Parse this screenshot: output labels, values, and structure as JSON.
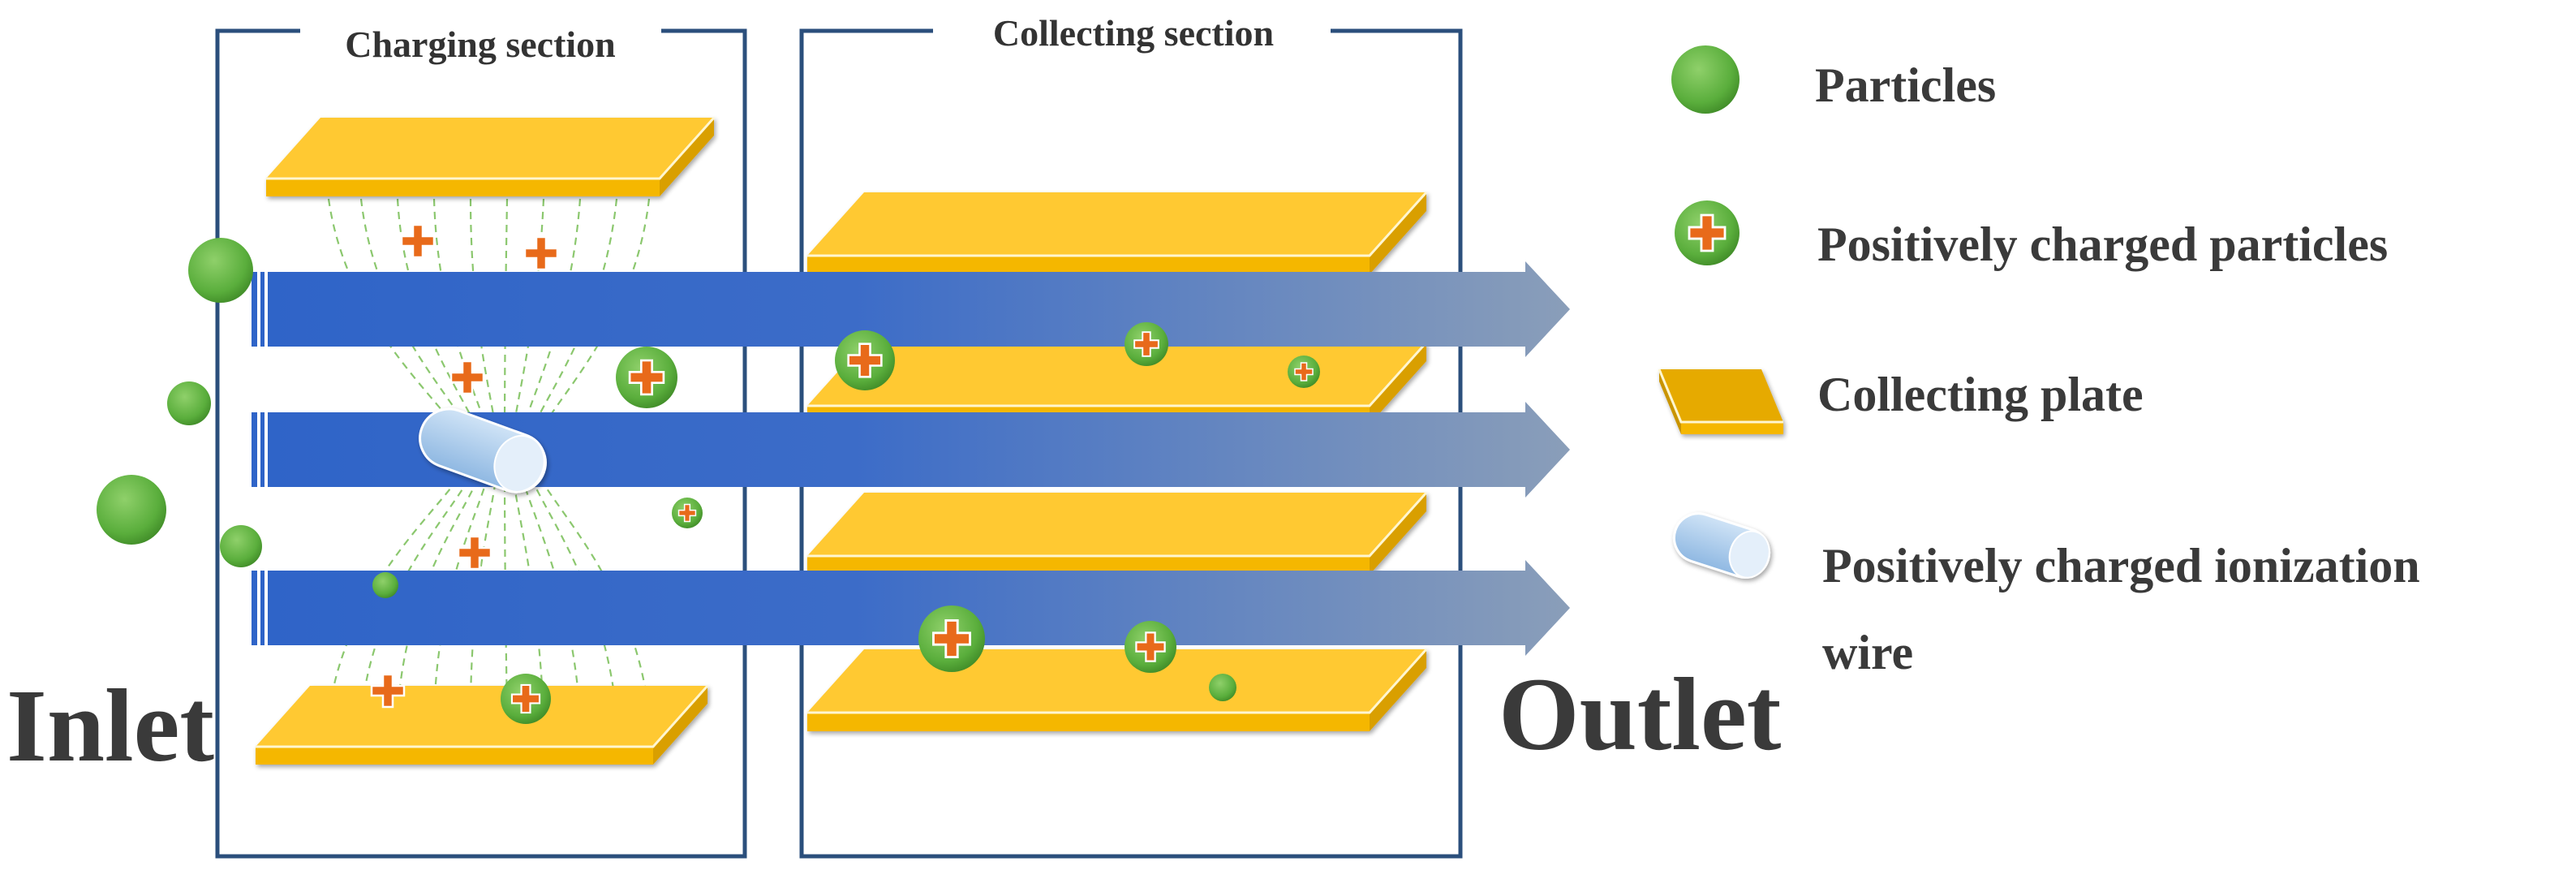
{
  "sections": {
    "charging": "Charging section",
    "collecting": "Collecting section"
  },
  "labels": {
    "inlet": "Inlet",
    "outlet": "Outlet"
  },
  "legend": {
    "particles": "Particles",
    "charged_particles": "Positively charged particles",
    "collecting_plate": "Collecting plate",
    "ionization_wire_line1": "Positively charged ionization",
    "ionization_wire_line2": "wire"
  },
  "colors": {
    "frame": "#2b4f7c",
    "plate_top": "#ffc933",
    "plate_front": "#f2b300",
    "flow_start": "#2f64c8",
    "flow_end": "#8298b6",
    "particle": "#5aae3c",
    "plus": "#e86a1a",
    "field_line": "#7fc25f",
    "wire": "#b8d6f2"
  },
  "icons": {
    "particle": "green-circle",
    "charged_particle": "green-circle-orange-plus",
    "plate": "yellow-slab",
    "wire": "blue-capsule"
  }
}
